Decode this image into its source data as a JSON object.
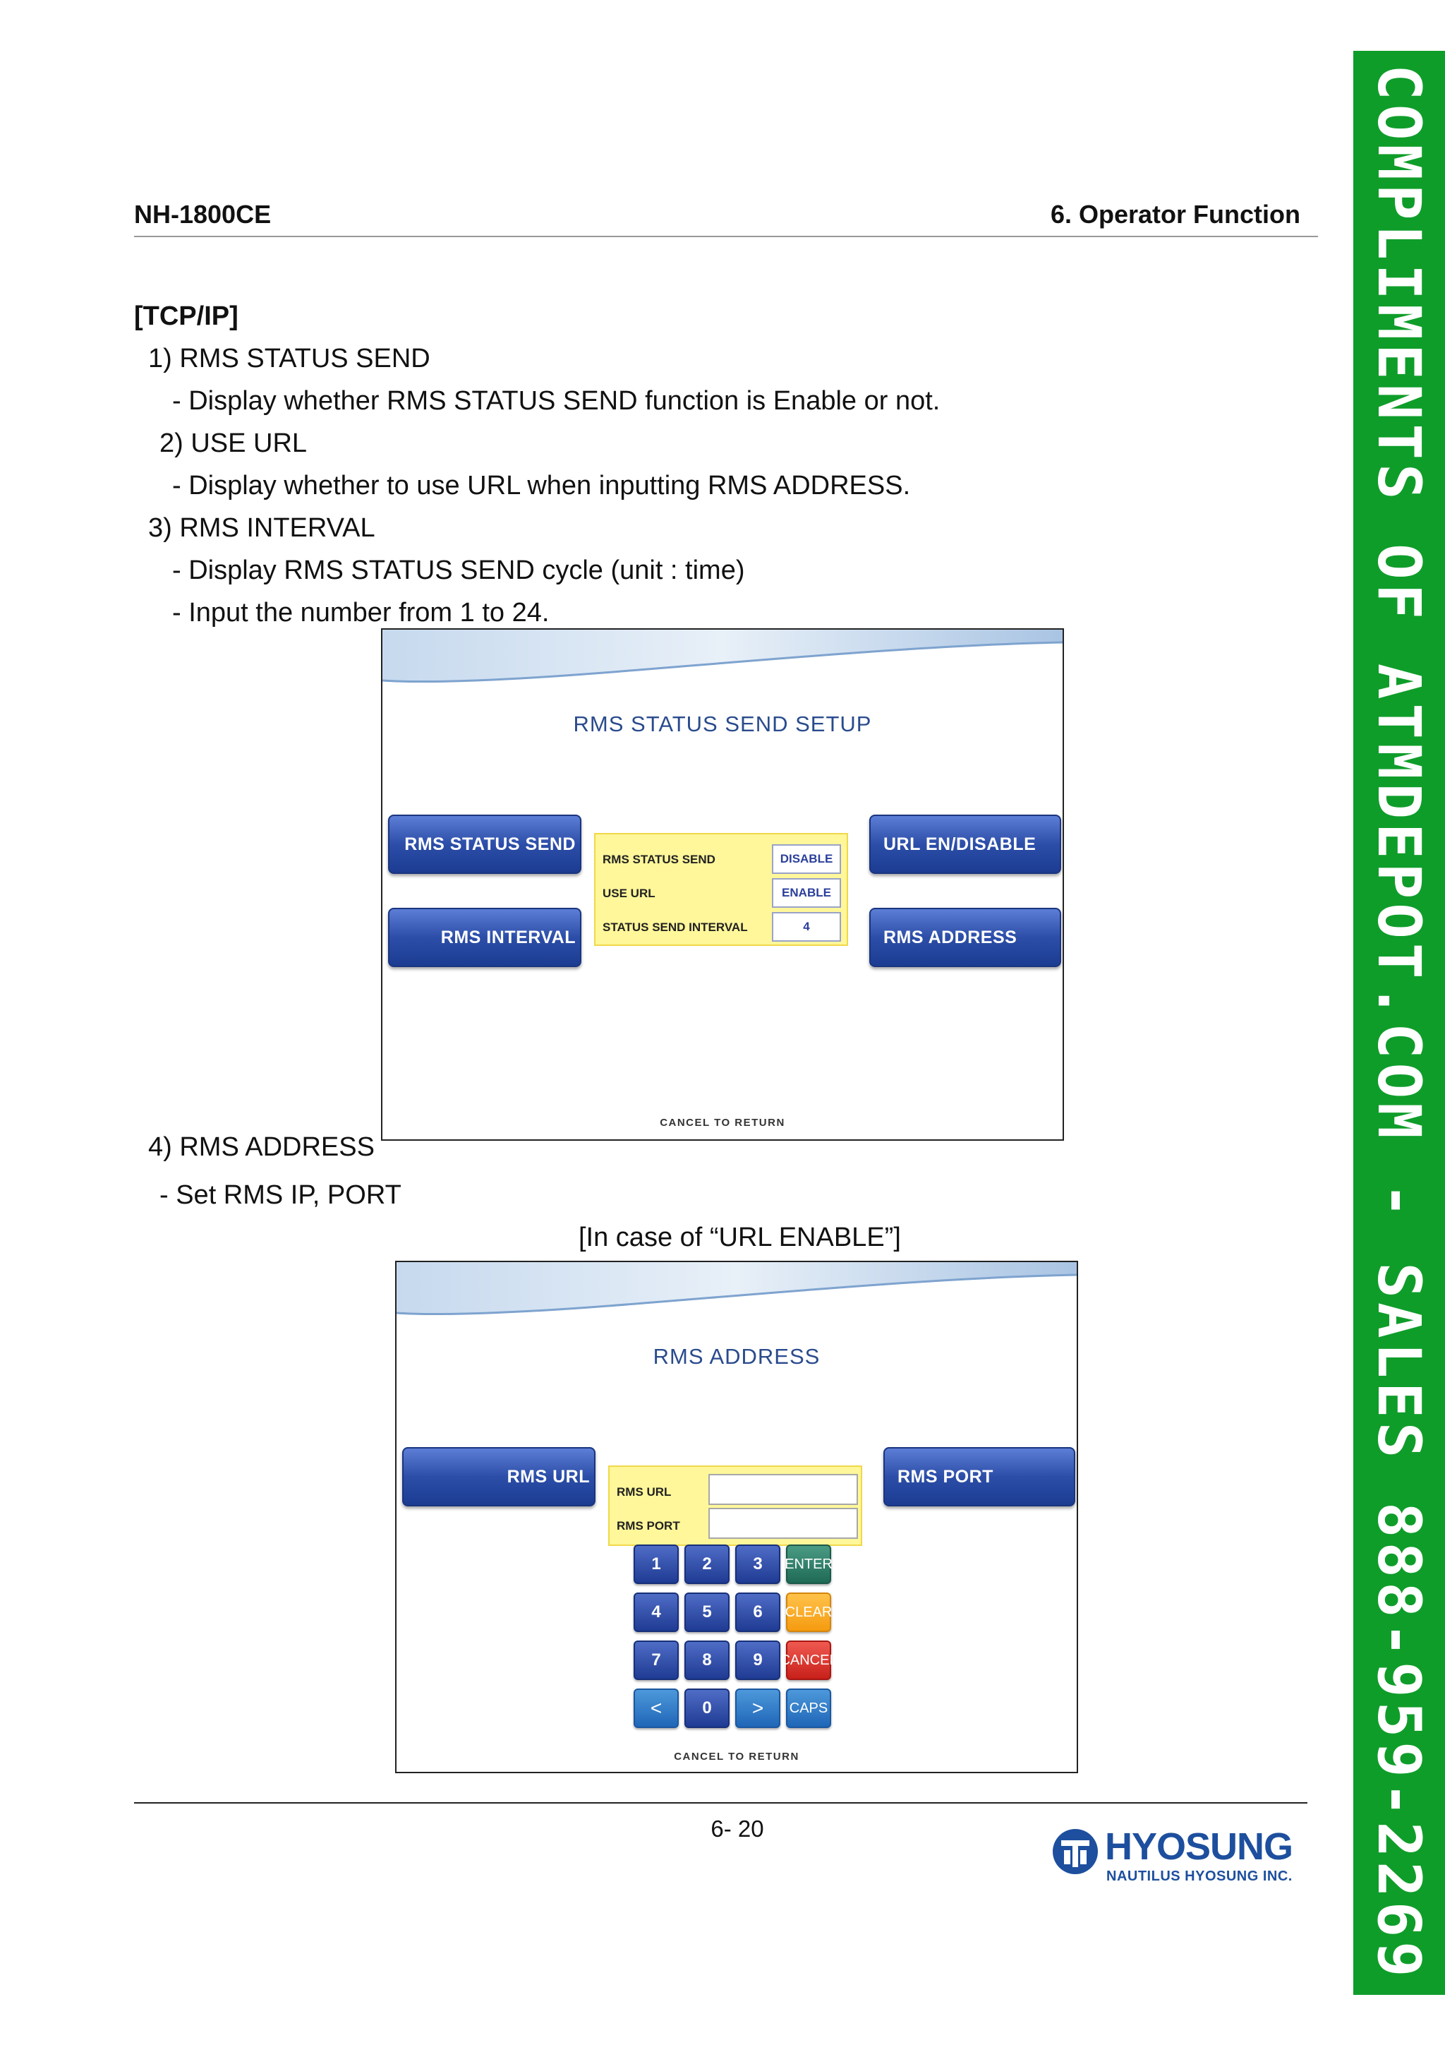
{
  "header": {
    "model": "NH-1800CE",
    "section": "6. Operator Function"
  },
  "content": {
    "heading": "[TCP/IP]",
    "item1_title": "1) RMS STATUS SEND",
    "item1_desc": "- Display whether RMS STATUS SEND function is Enable or not.",
    "item2_title": "2) USE URL",
    "item2_desc": "- Display whether to use URL when inputting RMS ADDRESS.",
    "item3_title": "3) RMS INTERVAL",
    "item3_desc1": "- Display RMS STATUS SEND cycle (unit : time)",
    "item3_desc2": "- Input the number from 1 to 24.",
    "item4_title": "4) RMS ADDRESS",
    "item4_desc": "- Set RMS IP, PORT",
    "case_caption": "[In case of “URL ENABLE”]"
  },
  "screen1": {
    "title": "RMS STATUS SEND SETUP",
    "btn_status_send": "RMS STATUS SEND",
    "btn_interval": "RMS INTERVAL",
    "btn_url_endisable": "URL EN/DISABLE",
    "btn_address": "RMS ADDRESS",
    "rows": [
      {
        "label": "RMS STATUS SEND",
        "value": "DISABLE"
      },
      {
        "label": "USE URL",
        "value": "ENABLE"
      },
      {
        "label": "STATUS SEND INTERVAL",
        "value": "4"
      }
    ],
    "cancel_hint": "CANCEL TO RETURN"
  },
  "screen2": {
    "title": "RMS ADDRESS",
    "btn_url": "RMS URL",
    "btn_port": "RMS PORT",
    "label_url": "RMS URL",
    "label_port": "RMS PORT",
    "value_url": "",
    "value_port": "",
    "keys": {
      "k1": "1",
      "k2": "2",
      "k3": "3",
      "enter": "ENTER",
      "k4": "4",
      "k5": "5",
      "k6": "6",
      "clear": "CLEAR",
      "k7": "7",
      "k8": "8",
      "k9": "9",
      "cancel": "CANCEL",
      "left": "<",
      "k0": "0",
      "right": ">",
      "caps": "CAPS"
    },
    "cancel_hint": "CANCEL TO RETURN"
  },
  "footer": {
    "page_number": "6- 20",
    "logo_name": "HYOSUNG",
    "logo_sub": "NAUTILUS HYOSUNG INC."
  },
  "side_banner": "COMPLIMENTS OF ATMDEPOT.COM - SALES 888-959-2269",
  "colors": {
    "banner_green": "#0f9d2a",
    "button_blue": "#2c4ea8",
    "panel_yellow": "#fff79a",
    "title_blue": "#2a4b8d"
  }
}
